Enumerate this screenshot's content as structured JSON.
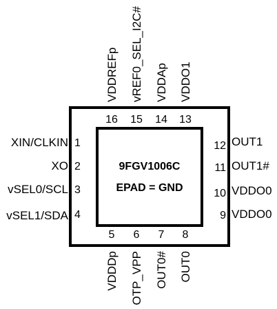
{
  "chip": {
    "part_number": "9FGV1006C",
    "epad_label": "EPAD = GND"
  },
  "pins": {
    "left": [
      {
        "number": "1",
        "name": "XIN/CLKIN"
      },
      {
        "number": "2",
        "name": "XO"
      },
      {
        "number": "3",
        "name": "vSEL0/SCL"
      },
      {
        "number": "4",
        "name": "vSEL1/SDA"
      }
    ],
    "bottom": [
      {
        "number": "5",
        "name": "VDDDp"
      },
      {
        "number": "6",
        "name": "OTP_VPP"
      },
      {
        "number": "7",
        "name": "OUT0#"
      },
      {
        "number": "8",
        "name": "OUT0"
      }
    ],
    "right": [
      {
        "number": "9",
        "name": "VDDO0"
      },
      {
        "number": "10",
        "name": "VDDO0"
      },
      {
        "number": "11",
        "name": "OUT1#"
      },
      {
        "number": "12",
        "name": "OUT1"
      }
    ],
    "top": [
      {
        "number": "13",
        "name": "VDDO1"
      },
      {
        "number": "14",
        "name": "VDDAp"
      },
      {
        "number": "15",
        "name": "vREF0_SEL_I2C#"
      },
      {
        "number": "16",
        "name": "VDDREFp"
      }
    ]
  },
  "colors": {
    "outline": "#000000",
    "text": "#000000",
    "background": "#ffffff"
  }
}
